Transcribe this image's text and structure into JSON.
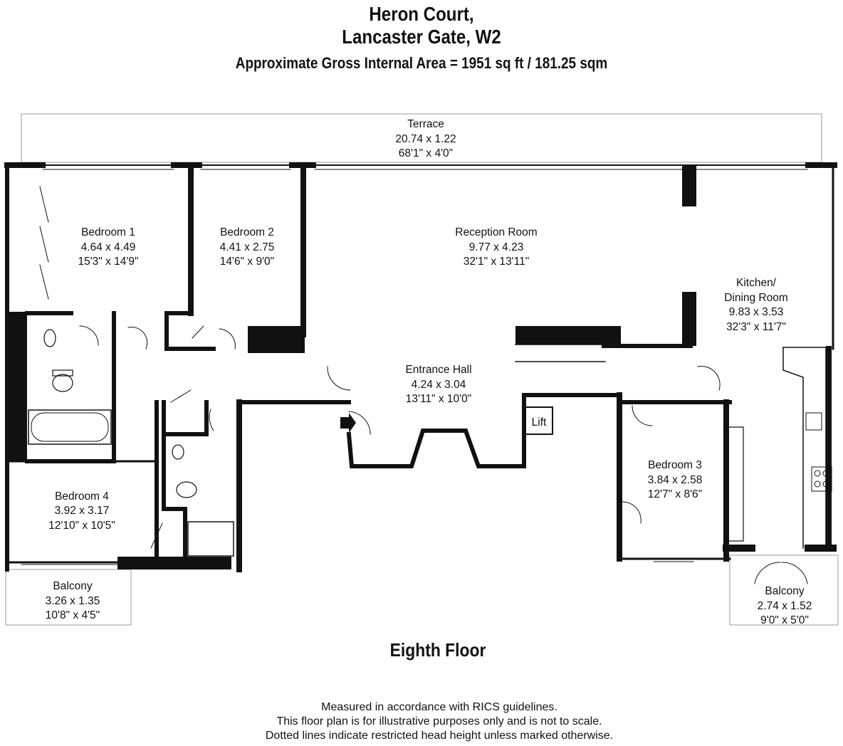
{
  "header": {
    "line1": "Heron Court,",
    "line2": "Lancaster Gate, W2",
    "area": "Approximate Gross Internal Area = 1951 sq ft / 181.25 sqm"
  },
  "floor_name": "Eighth Floor",
  "rooms": {
    "terrace": {
      "name": "Terrace",
      "metric": "20.74 x 1.22",
      "imperial": "68'1\" x 4'0\""
    },
    "bedroom1": {
      "name": "Bedroom 1",
      "metric": "4.64 x 4.49",
      "imperial": "15'3\" x 14'9\""
    },
    "bedroom2": {
      "name": "Bedroom 2",
      "metric": "4.41 x 2.75",
      "imperial": "14'6\" x 9'0\""
    },
    "reception": {
      "name": "Reception Room",
      "metric": "9.77 x 4.23",
      "imperial": "32'1\" x 13'11\""
    },
    "kitchen": {
      "name1": "Kitchen/",
      "name2": "Dining Room",
      "metric": "9.83 x 3.53",
      "imperial": "32'3\" x 11'7\""
    },
    "hall": {
      "name": "Entrance Hall",
      "metric": "4.24 x 3.04",
      "imperial": "13'11\" x 10'0\""
    },
    "bedroom3": {
      "name": "Bedroom 3",
      "metric": "3.84 x 2.58",
      "imperial": "12'7\" x 8'6\""
    },
    "bedroom4": {
      "name": "Bedroom 4",
      "metric": "3.92 x 3.17",
      "imperial": "12'10\" x 10'5\""
    },
    "balcony1": {
      "name": "Balcony",
      "metric": "3.26 x 1.35",
      "imperial": "10'8\" x 4'5\""
    },
    "balcony2": {
      "name": "Balcony",
      "metric": "2.74 x 1.52",
      "imperial": "9'0\" x 5'0\""
    },
    "lift": {
      "name": "Lift"
    }
  },
  "footer": {
    "line1": "Measured in accordance with RICS guidelines.",
    "line2": "This floor plan is for illustrative purposes only and is not to scale.",
    "line3": "Dotted lines indicate restricted head height unless marked otherwise."
  }
}
